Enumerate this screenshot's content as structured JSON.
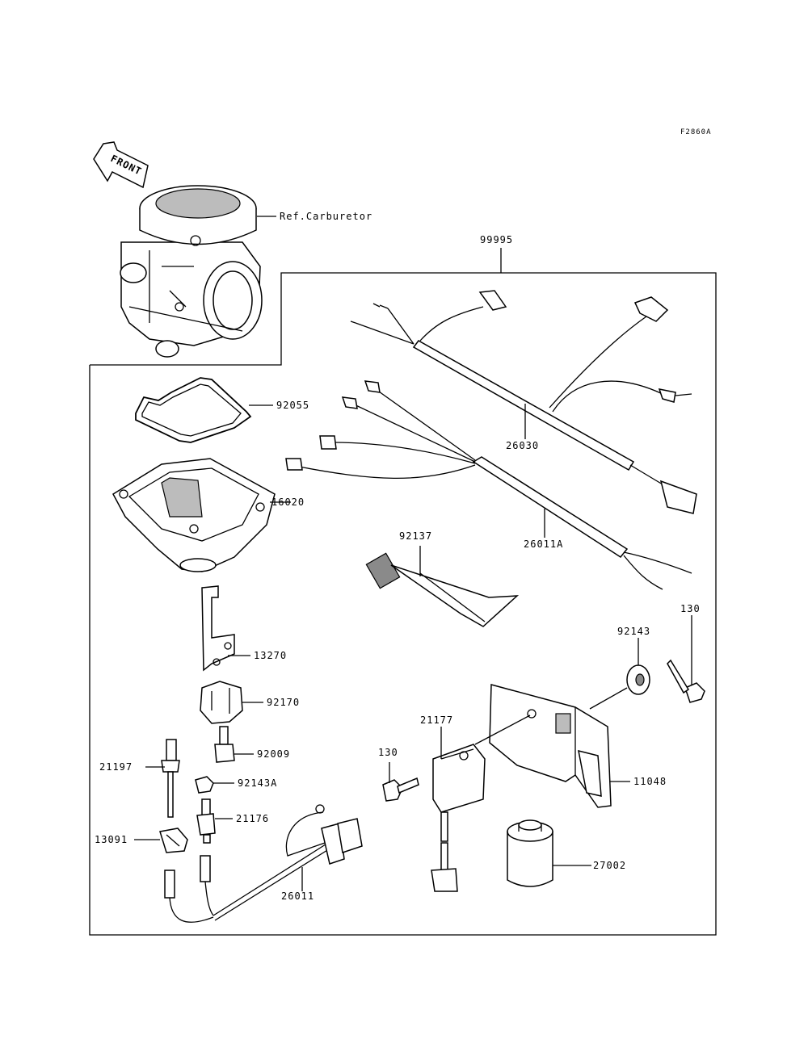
{
  "figure_code": "F2860A",
  "front_arrow": "FRONT",
  "ref_label": "Ref.Carburetor",
  "callouts": {
    "p99995": "99995",
    "p92055": "92055",
    "p16020": "16020",
    "p26030": "26030",
    "p26011A": "26011A",
    "p92137": "92137",
    "p130_top": "130",
    "p92143": "92143",
    "p13270": "13270",
    "p92170": "92170",
    "p92009": "92009",
    "p21197": "21197",
    "p92143A": "92143A",
    "p21176": "21176",
    "p13091": "13091",
    "p26011": "26011",
    "p21177": "21177",
    "p130_mid": "130",
    "p11048": "11048",
    "p27002": "27002"
  }
}
